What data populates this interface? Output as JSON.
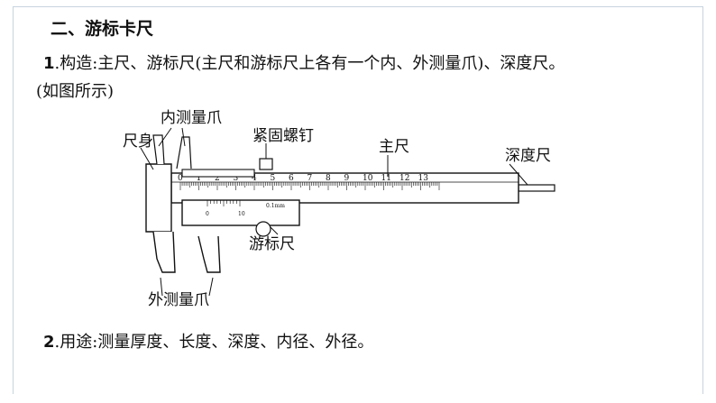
{
  "section_title": "二、游标卡尺",
  "point1": {
    "number": "1",
    "text": ".构造:主尺、游标尺(主尺和游标尺上各有一个内、外测量爪)、深度尺。",
    "continuation": "(如图所示)"
  },
  "figure": {
    "labels": {
      "inner_jaws": "内测量爪",
      "body": "尺身",
      "lock_screw": "紧固螺钉",
      "main_scale": "主尺",
      "depth_rod": "深度尺",
      "vernier": "游标尺",
      "outer_jaws": "外测量爪"
    },
    "main_scale_numbers": [
      "0",
      "1",
      "2",
      "3",
      "4",
      "5",
      "6",
      "7",
      "8",
      "9",
      "10",
      "11",
      "12",
      "13"
    ],
    "vernier_numbers": [
      "0",
      "10"
    ],
    "vernier_note": "0.1mm"
  },
  "point2": {
    "number": "2",
    "text": ".用途:测量厚度、长度、深度、内径、外径。"
  }
}
